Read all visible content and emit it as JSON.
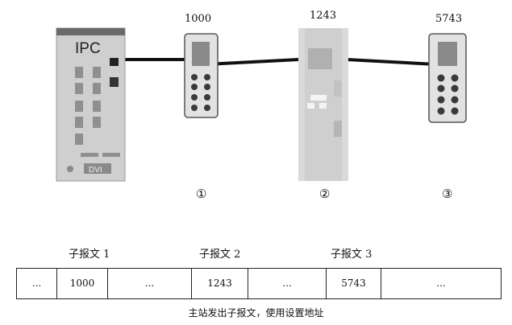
{
  "ipc": {
    "label": "IPC",
    "port_label": "DVI"
  },
  "devices": [
    {
      "address": "1000",
      "marker": "①"
    },
    {
      "address": "1243",
      "marker": "②"
    },
    {
      "address": "5743",
      "marker": "③"
    }
  ],
  "subframe_labels": [
    "子报文 1",
    "子报文 2",
    "子报文 3"
  ],
  "telegram_cells": [
    "...",
    "1000",
    "...",
    "1243",
    "...",
    "5743",
    "..."
  ],
  "caption": "主站发出子报文，使用设置地址",
  "colors": {
    "cable": "#111111",
    "device_body": "#e2e2e2",
    "ipc_body": "#cfcfcf",
    "drive_body": "#d6d6d6",
    "dark_gray": "#7a7a7a"
  }
}
